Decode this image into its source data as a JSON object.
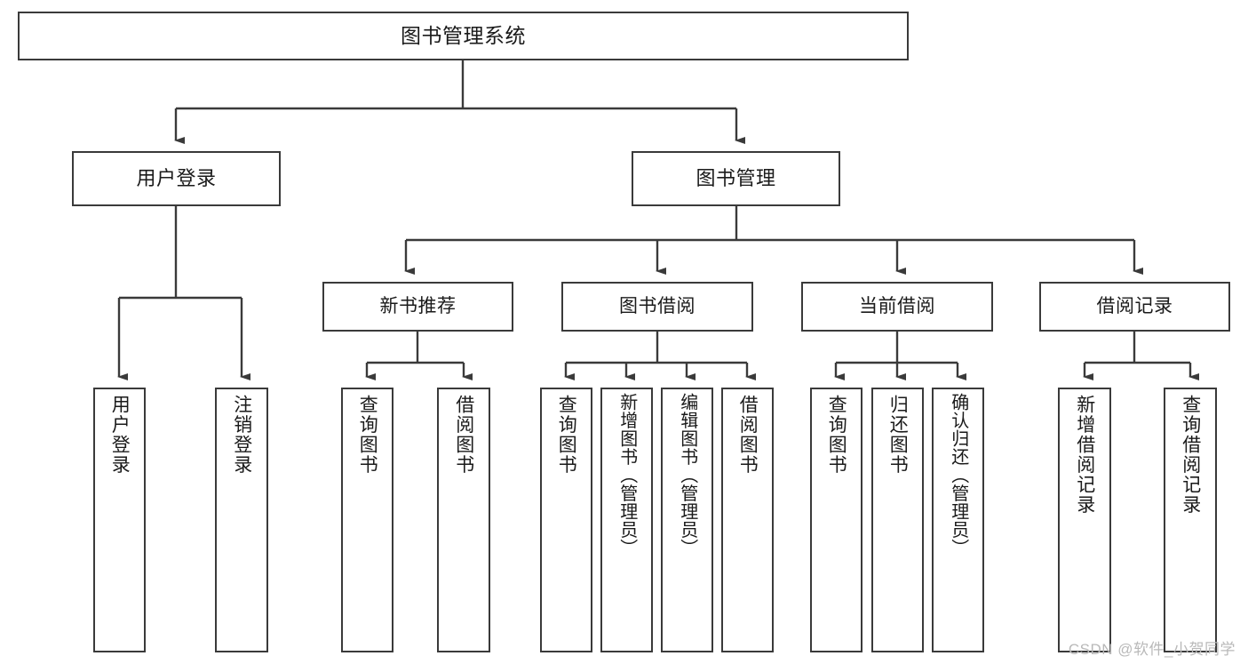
{
  "diagram": {
    "type": "tree",
    "title": "图书管理系统",
    "watermark": "CSDN @软件_小贺同学",
    "root": {
      "label": "图书管理系统"
    },
    "level2": [
      {
        "label": "用户登录"
      },
      {
        "label": "图书管理"
      }
    ],
    "level3": [
      {
        "label": "新书推荐"
      },
      {
        "label": "图书借阅"
      },
      {
        "label": "当前借阅"
      },
      {
        "label": "借阅记录"
      }
    ],
    "leaves": [
      {
        "label": "用户登录"
      },
      {
        "label": "注销登录"
      },
      {
        "label": "查询图书"
      },
      {
        "label": "借阅图书"
      },
      {
        "label": "查询图书"
      },
      {
        "label": "新增图书（管理员）"
      },
      {
        "label": "编辑图书（管理员）"
      },
      {
        "label": "借阅图书"
      },
      {
        "label": "查询图书"
      },
      {
        "label": "归还图书"
      },
      {
        "label": "确认归还（管理员）"
      },
      {
        "label": "新增借阅记录"
      },
      {
        "label": "查询借阅记录"
      }
    ],
    "colors": {
      "stroke": "#3a3a3a",
      "fill": "#ffffff",
      "text": "#1a1a1a",
      "watermark": "#b9b9b9"
    }
  }
}
